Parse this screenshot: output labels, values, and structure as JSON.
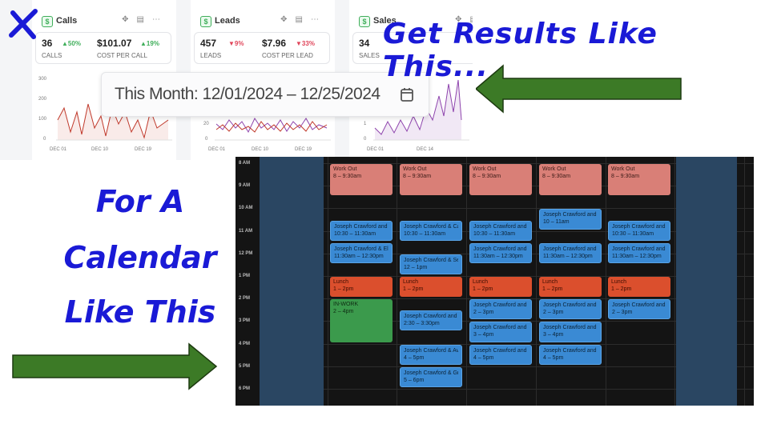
{
  "dashboard": {
    "panels": [
      {
        "title": "Calls",
        "stats": [
          {
            "value": "36",
            "delta": "▲50%",
            "dir": "up",
            "label": "CALLS"
          },
          {
            "value": "$101.07",
            "delta": "▲19%",
            "dir": "up",
            "label": "COST PER CALL"
          }
        ],
        "yticks": [
          "300",
          "200",
          "100",
          "0"
        ],
        "xticks": [
          "DEC 01",
          "DEC 10",
          "DEC 19"
        ]
      },
      {
        "title": "Leads",
        "stats": [
          {
            "value": "457",
            "delta": "▼9%",
            "dir": "dn",
            "label": "LEADS"
          },
          {
            "value": "$7.96",
            "delta": "▼33%",
            "dir": "dn",
            "label": "COST PER LEAD"
          }
        ],
        "yticks": [
          "20",
          "0"
        ],
        "xticks": [
          "DEC 01",
          "DEC 10",
          "DEC 19"
        ]
      },
      {
        "title": "Sales",
        "stats": [
          {
            "value": "34",
            "delta": "",
            "dir": "up",
            "label": "SALES"
          }
        ],
        "yticks": [
          "1",
          "0"
        ],
        "xticks": [
          "DEC 01",
          "DEC 14"
        ]
      }
    ],
    "date_range": "This Month: 12/01/2024 – 12/25/2024",
    "accent": "#3fae5a",
    "line_colors": [
      "#c0392b",
      "#8e44ad"
    ]
  },
  "captions": {
    "right": "Get Results Like This...",
    "left_lines": [
      "For A",
      "Calendar",
      "Like This"
    ]
  },
  "icons": [
    "close-x-mark",
    "calendar-icon",
    "move-icon",
    "clipboard-icon",
    "more-icon",
    "dollar-icon",
    "arrow-left",
    "arrow-right"
  ],
  "calendar": {
    "times": [
      "8 AM",
      "9 AM",
      "10 AM",
      "11 AM",
      "12 PM",
      "1 PM",
      "2 PM",
      "3 PM",
      "4 PM",
      "5 PM",
      "6 PM"
    ],
    "colors": {
      "workout": "#d97f77",
      "meeting": "#3a8ad4",
      "lunch": "#db4f2d",
      "inwork": "#3b9a4c",
      "blocked": "#2a4662"
    },
    "days": [
      {
        "events": []
      },
      {
        "events": [
          {
            "kind": "workout",
            "title": "Work Out",
            "time": "8 – 9:30am",
            "start": 8,
            "end": 9.5
          },
          {
            "kind": "meet",
            "title": "Joseph Crawford and",
            "time": "10:30 – 11:30am",
            "start": 10.5,
            "end": 11.5
          },
          {
            "kind": "meet",
            "title": "Joseph Crawford & Ele",
            "time": "11:30am – 12:30pm",
            "start": 11.5,
            "end": 12.5
          },
          {
            "kind": "lunch",
            "title": "Lunch",
            "time": "1 – 2pm",
            "start": 13,
            "end": 14
          },
          {
            "kind": "inwork",
            "title": "IN-WORK",
            "time": "2 – 4pm",
            "start": 14,
            "end": 16
          }
        ]
      },
      {
        "events": [
          {
            "kind": "workout",
            "title": "Work Out",
            "time": "8 – 9:30am",
            "start": 8,
            "end": 9.5
          },
          {
            "kind": "meet",
            "title": "Joseph Crawford & Ca",
            "time": "10:30 – 11:30am",
            "start": 10.5,
            "end": 11.5
          },
          {
            "kind": "meet",
            "title": "Joseph Crawford & Se",
            "time": "12 – 1pm",
            "start": 12,
            "end": 13
          },
          {
            "kind": "lunch",
            "title": "Lunch",
            "time": "1 – 2pm",
            "start": 13,
            "end": 14
          },
          {
            "kind": "meet",
            "title": "Joseph Crawford and",
            "time": "2:30 – 3:30pm",
            "start": 14.5,
            "end": 15.5
          },
          {
            "kind": "meet",
            "title": "Joseph Crawford & Av",
            "time": "4 – 5pm",
            "start": 16,
            "end": 17
          },
          {
            "kind": "meet",
            "title": "Joseph Crawford & Gr",
            "time": "5 – 6pm",
            "start": 17,
            "end": 18
          }
        ]
      },
      {
        "events": [
          {
            "kind": "workout",
            "title": "Work Out",
            "time": "8 – 9:30am",
            "start": 8,
            "end": 9.5
          },
          {
            "kind": "meet",
            "title": "Joseph Crawford and",
            "time": "10:30 – 11:30am",
            "start": 10.5,
            "end": 11.5
          },
          {
            "kind": "meet",
            "title": "Joseph Crawford and",
            "time": "11:30am – 12:30pm",
            "start": 11.5,
            "end": 12.5
          },
          {
            "kind": "lunch",
            "title": "Lunch",
            "time": "1 – 2pm",
            "start": 13,
            "end": 14
          },
          {
            "kind": "meet",
            "title": "Joseph Crawford and",
            "time": "2 – 3pm",
            "start": 14,
            "end": 15
          },
          {
            "kind": "meet",
            "title": "Joseph Crawford and",
            "time": "3 – 4pm",
            "start": 15,
            "end": 16
          },
          {
            "kind": "meet",
            "title": "Joseph Crawford and",
            "time": "4 – 5pm",
            "start": 16,
            "end": 17
          }
        ]
      },
      {
        "events": [
          {
            "kind": "workout",
            "title": "Work Out",
            "time": "8 – 9:30am",
            "start": 8,
            "end": 9.5
          },
          {
            "kind": "meet",
            "title": "Joseph Crawford and",
            "time": "10 – 11am",
            "start": 10,
            "end": 11
          },
          {
            "kind": "meet",
            "title": "Joseph Crawford and",
            "time": "11:30am – 12:30pm",
            "start": 11.5,
            "end": 12.5
          },
          {
            "kind": "lunch",
            "title": "Lunch",
            "time": "1 – 2pm",
            "start": 13,
            "end": 14
          },
          {
            "kind": "meet",
            "title": "Joseph Crawford and",
            "time": "2 – 3pm",
            "start": 14,
            "end": 15
          },
          {
            "kind": "meet",
            "title": "Joseph Crawford and",
            "time": "3 – 4pm",
            "start": 15,
            "end": 16
          },
          {
            "kind": "meet",
            "title": "Joseph Crawford and",
            "time": "4 – 5pm",
            "start": 16,
            "end": 17
          }
        ]
      },
      {
        "events": [
          {
            "kind": "workout",
            "title": "Work Out",
            "time": "8 – 9:30am",
            "start": 8,
            "end": 9.5
          },
          {
            "kind": "meet",
            "title": "Joseph Crawford and",
            "time": "10:30 – 11:30am",
            "start": 10.5,
            "end": 11.5
          },
          {
            "kind": "meet",
            "title": "Joseph Crawford and",
            "time": "11:30am – 12:30pm",
            "start": 11.5,
            "end": 12.5
          },
          {
            "kind": "lunch",
            "title": "Lunch",
            "time": "1 – 2pm",
            "start": 13,
            "end": 14
          },
          {
            "kind": "meet",
            "title": "Joseph Crawford and",
            "time": "2 – 3pm",
            "start": 14,
            "end": 15
          }
        ]
      },
      {
        "events": []
      }
    ]
  }
}
